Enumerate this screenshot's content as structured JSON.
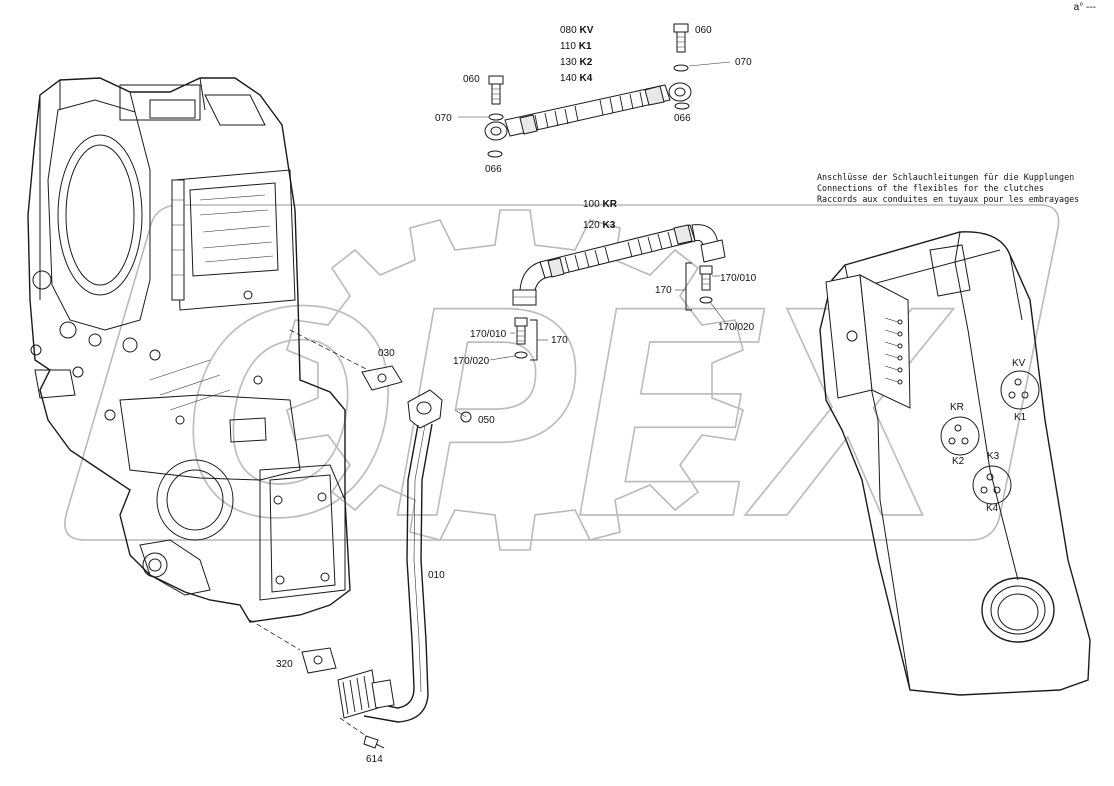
{
  "watermark": {
    "text": "OPEX"
  },
  "corner_mark": "a° ---",
  "note": {
    "line_de": "Anschlüsse der Schlauchleitungen für die Kupplungen",
    "line_en": "Connections of the flexibles for the clutches",
    "line_fr": "Raccords aux conduites en tuyaux pour les embrayages"
  },
  "hose_upper_codes": [
    {
      "num": "080",
      "code": "KV"
    },
    {
      "num": "110",
      "code": "K1"
    },
    {
      "num": "130",
      "code": "K2"
    },
    {
      "num": "140",
      "code": "K4"
    }
  ],
  "hose_lower_codes": [
    {
      "num": "100",
      "code": "KR"
    },
    {
      "num": "120",
      "code": "K3"
    }
  ],
  "callouts": {
    "c060_left": "060",
    "c060_right": "060",
    "c070_left": "070",
    "c070_right": "070",
    "c066_left": "066",
    "c066_right": "066",
    "c170_010_right": "170/010",
    "c170_right": "170",
    "c170_020_right": "170/020",
    "c170_010_left": "170/010",
    "c170_left": "170",
    "c170_020_left": "170/020",
    "c030": "030",
    "c050": "050",
    "c010": "010",
    "c320": "320",
    "c614": "614"
  },
  "port_labels": {
    "kv": "KV",
    "k1": "K1",
    "kr": "KR",
    "k2": "K2",
    "k3": "K3",
    "k4": "K4"
  }
}
